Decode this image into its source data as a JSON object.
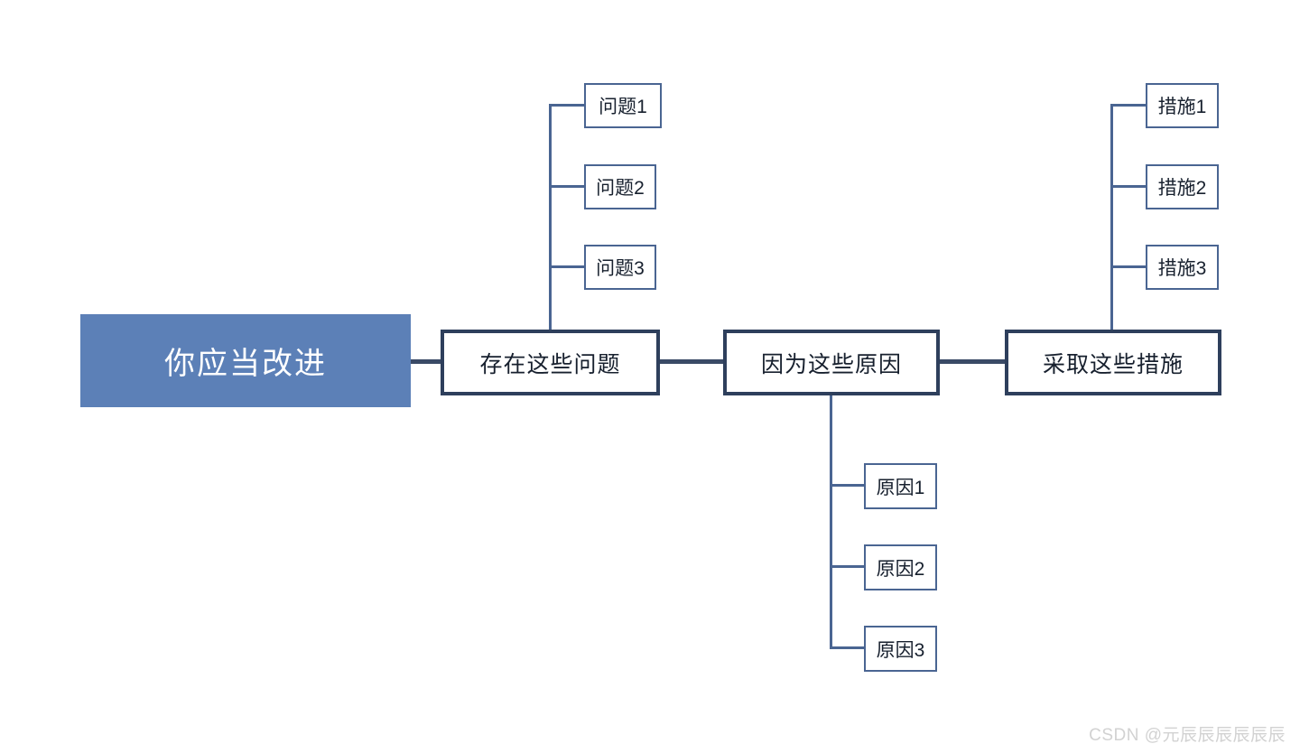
{
  "diagram": {
    "type": "horizontal-tree-mindmap",
    "background_color": "#ffffff",
    "accent_fill": "#5C80B7",
    "main_border_color": "#2E3F5C",
    "leaf_border_color": "#4A6592",
    "connector_color": "#3A4A66",
    "root": {
      "label": "你应当改进"
    },
    "main_nodes": [
      {
        "id": "problems",
        "label": "存在这些问题"
      },
      {
        "id": "causes",
        "label": "因为这些原因"
      },
      {
        "id": "measures",
        "label": "采取这些措施"
      }
    ],
    "branches": {
      "problems": {
        "direction": "up",
        "leaves": [
          {
            "label": "问题1"
          },
          {
            "label": "问题2"
          },
          {
            "label": "问题3"
          }
        ]
      },
      "causes": {
        "direction": "down",
        "leaves": [
          {
            "label": "原因1"
          },
          {
            "label": "原因2"
          },
          {
            "label": "原因3"
          }
        ]
      },
      "measures": {
        "direction": "up",
        "leaves": [
          {
            "label": "措施1"
          },
          {
            "label": "措施2"
          },
          {
            "label": "措施3"
          }
        ]
      }
    }
  },
  "watermark": {
    "text": "CSDN @元辰辰辰辰辰辰"
  }
}
